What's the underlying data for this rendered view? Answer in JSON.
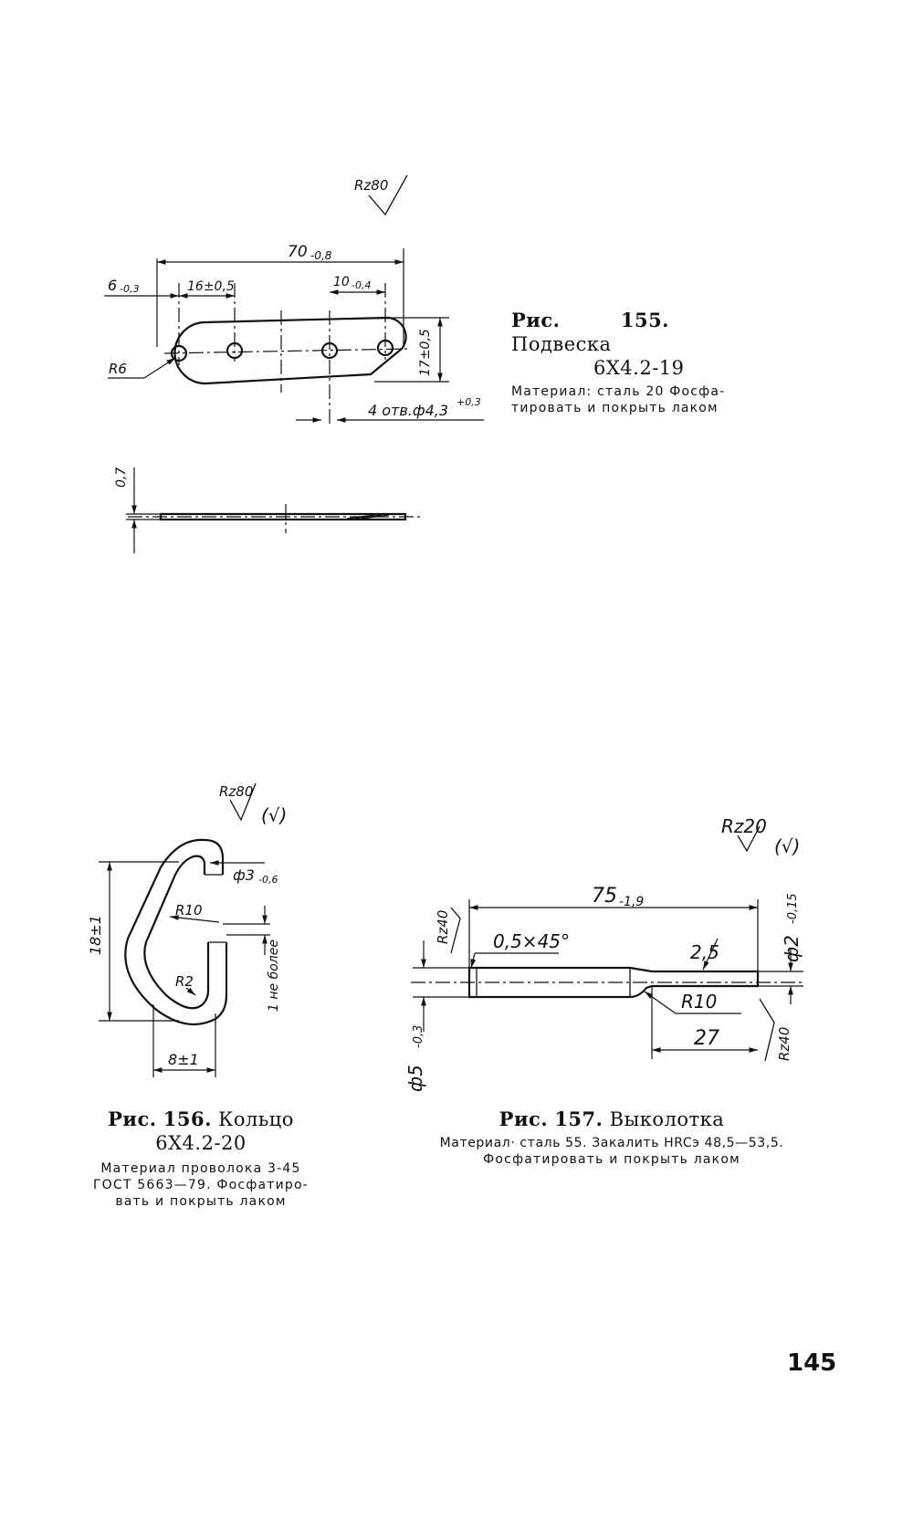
{
  "figures": {
    "fig155": {
      "label": "Рис.",
      "number": "155.",
      "name": "Подвеска",
      "code": "6X4.2-19",
      "note_line1": "Материал: сталь 20  Фосфа-",
      "note_line2": "тировать и покрыть лаком",
      "dims": {
        "roughness": "Rz80",
        "overall_length": "70",
        "overall_length_tol": "-0,8",
        "edge_offset": "6",
        "edge_offset_tol": "-0,3",
        "hole_pitch": "16±0,5",
        "end_spacing": "10",
        "end_spacing_tol": "-0,4",
        "width": "17±0,5",
        "radius": "R6",
        "holes": "4 отв.ф4,3",
        "holes_tol": "+0,3",
        "thickness": "0,7"
      }
    },
    "fig156": {
      "label": "Рис.",
      "number": "156.",
      "name": "Кольцо",
      "code": "6X4.2-20",
      "note_line1": "Материал  проволока 3-45",
      "note_line2": "ГОСТ  5663—79.  Фосфатиро-",
      "note_line3": "вать  и  покрыть  лаком",
      "dims": {
        "roughness": "Rz80",
        "roughness_rest": "(√)",
        "height": "18±1",
        "wire_dia": "ф3",
        "wire_dia_tol": "-0,6",
        "outer_radius": "R10",
        "inner_radius": "R2",
        "gap": "1 не более",
        "width": "8±1"
      }
    },
    "fig157": {
      "label": "Рис.",
      "number": "157.",
      "name": "Выколотка",
      "note_line1": "Материал·  сталь  55.  Закалить  HRCэ  48,5—53,5.",
      "note_line2": "Фосфатировать  и  покрыть  лаком",
      "dims": {
        "roughness": "Rz20",
        "roughness_rest": "(√)",
        "length": "75",
        "length_tol": "-1,9",
        "chamfer": "0,5×45°",
        "tip_dia": "ф2",
        "tip_dia_tol": "-0,15",
        "shoulder": "2,5",
        "fillet": "R10",
        "tip_length": "27",
        "body_dia": "ф5",
        "body_dia_tol": "-0,3",
        "end_roughness": "Rz40",
        "side_roughness": "Rz40"
      }
    }
  },
  "page_number": "145"
}
